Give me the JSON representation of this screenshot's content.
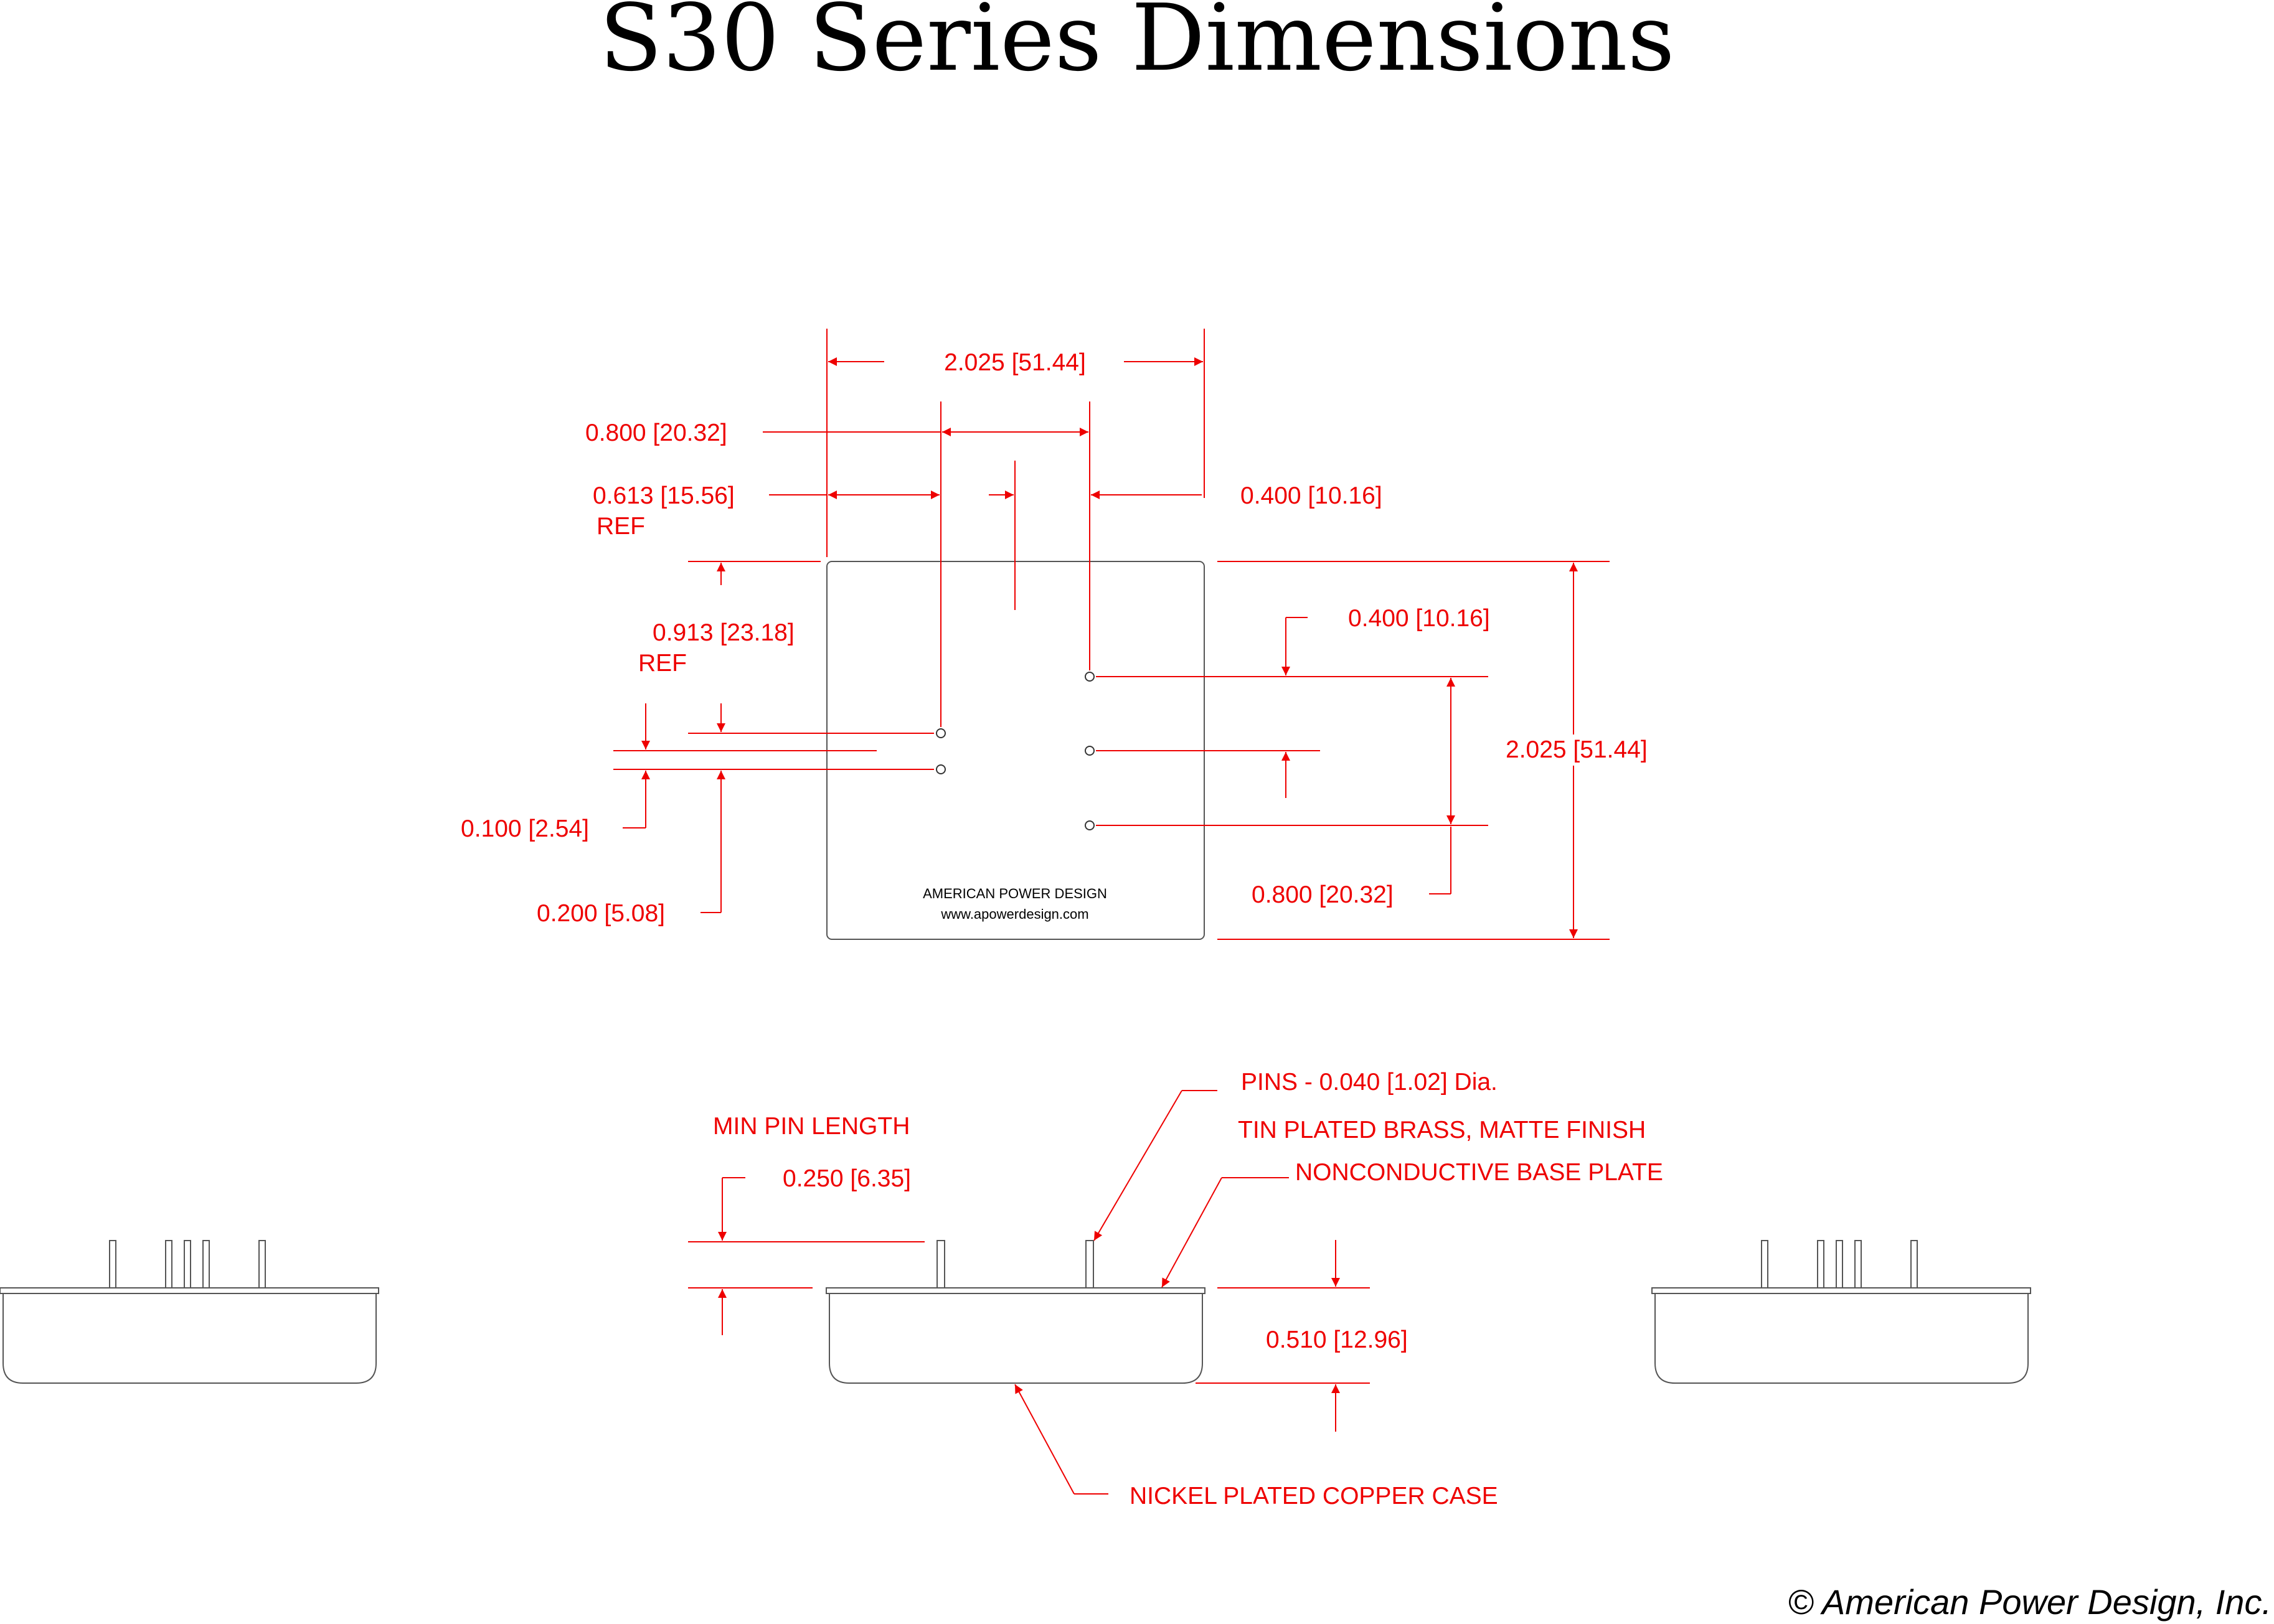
{
  "title": "S30 Series Dimensions",
  "module_label": {
    "company": "AMERICAN POWER DESIGN",
    "website": "www.apowerdesign.com"
  },
  "top_view_dims": {
    "overall_width": "2.025 [51.44]",
    "pin_spacing_top": "0.800 [20.32]",
    "ref_left_value": "0.613 [15.56]",
    "ref_left_suffix": "REF",
    "right_offset": "0.400 [10.16]",
    "ref_vertical_value": "0.913 [23.18]",
    "ref_vertical_suffix": "REF",
    "right_pin_offset": "0.400 [10.16]",
    "overall_height": "2.025 [51.44]",
    "small_gap": "0.100 [2.54]",
    "bottom_offset": "0.200 [5.08]",
    "right_pin_spacing": "0.800 [20.32]"
  },
  "side_view_dims": {
    "min_pin_length_label": "MIN PIN LENGTH",
    "min_pin_length_value": "0.250 [6.35]",
    "pins_note": "PINS -  0.040 [1.02] Dia.",
    "pin_material": "TIN PLATED BRASS, MATTE FINISH",
    "base_plate": "NONCONDUCTIVE BASE PLATE",
    "height": "0.510 [12.96]",
    "case": "NICKEL PLATED COPPER CASE"
  },
  "copyright": "© American Power Design, Inc."
}
